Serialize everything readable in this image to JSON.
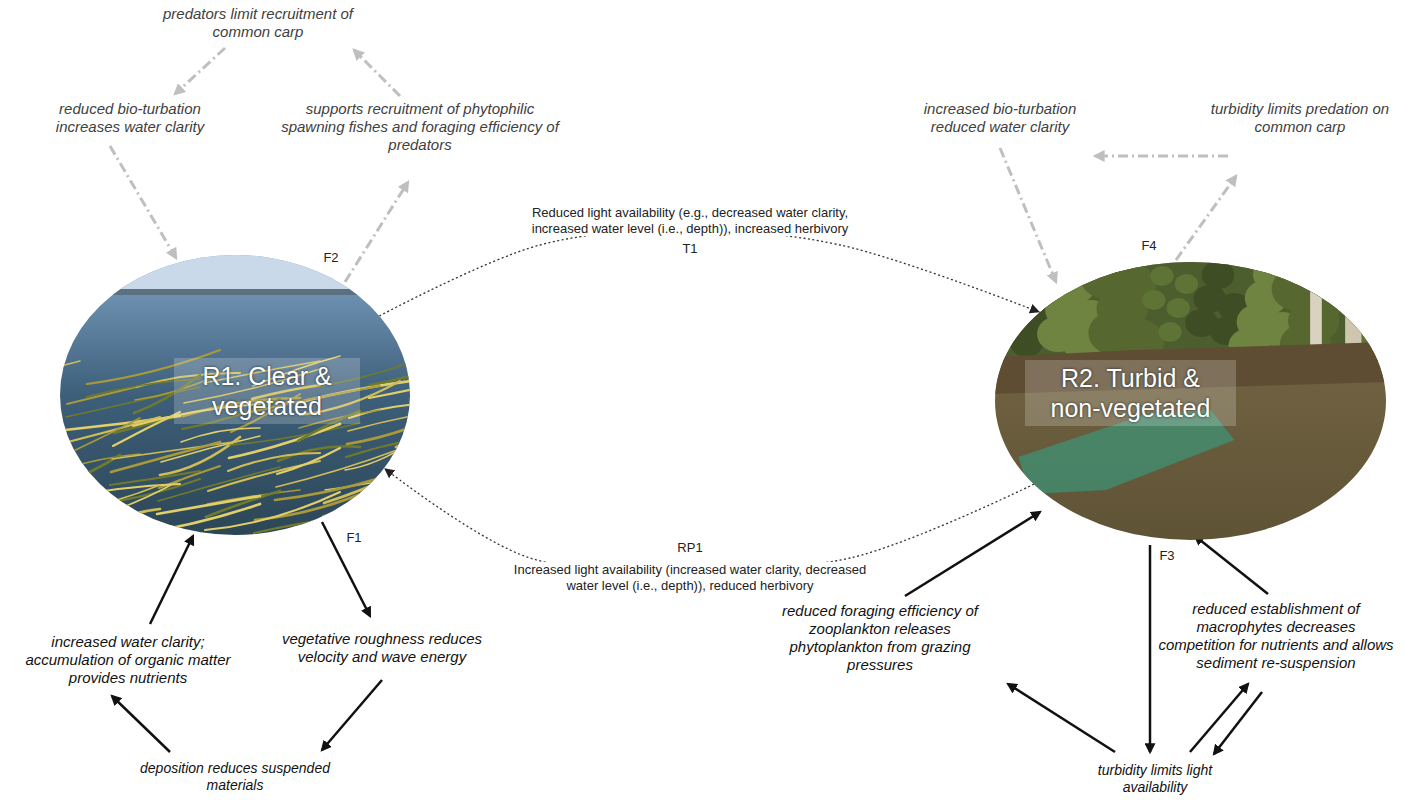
{
  "diagram": {
    "nodes": [
      {
        "text": [
          "R1. Clear & vegetated"
        ]
      },
      {
        "text": [
          "R2. Turbid & non-vegetated"
        ]
      }
    ],
    "edges": [
      {
        "from": 0,
        "to": 1,
        "arrow": "to",
        "label": "Reduced light availability (e.g., decreased water clarity, increased water level (i.e., depth)), increased herbivory"
      },
      {
        "from": 1,
        "to": 0,
        "arrow": "to",
        "label": "Increased light availability (increased water clarity, decreased water level (i.e., depth)), reduced herbivory"
      }
    ],
    "labels": [
      "predators limit recruitment of common carp",
      "reduced bio-turbation increases water clarity",
      "supports recruitment of phytophilic spawning fishes and foraging efficiency of predators",
      "F2",
      "T1",
      "increased bio-turbation reduced water clarity",
      "turbidity limits predation on common carp",
      "F4",
      "F1",
      "RP1",
      "increased water clarity; accumulation of organic matter provides nutrients",
      "vegetative roughness reduces velocity and wave energy",
      "deposition reduces suspended materials",
      "F3",
      "reduced foraging efficiency of zooplankton releases phytoplankton from grazing pressures",
      "reduced establishment of macrophytes decreases competition for nutrients and allows sediment re-suspension",
      "turbidity limits light availability"
    ]
  }
}
